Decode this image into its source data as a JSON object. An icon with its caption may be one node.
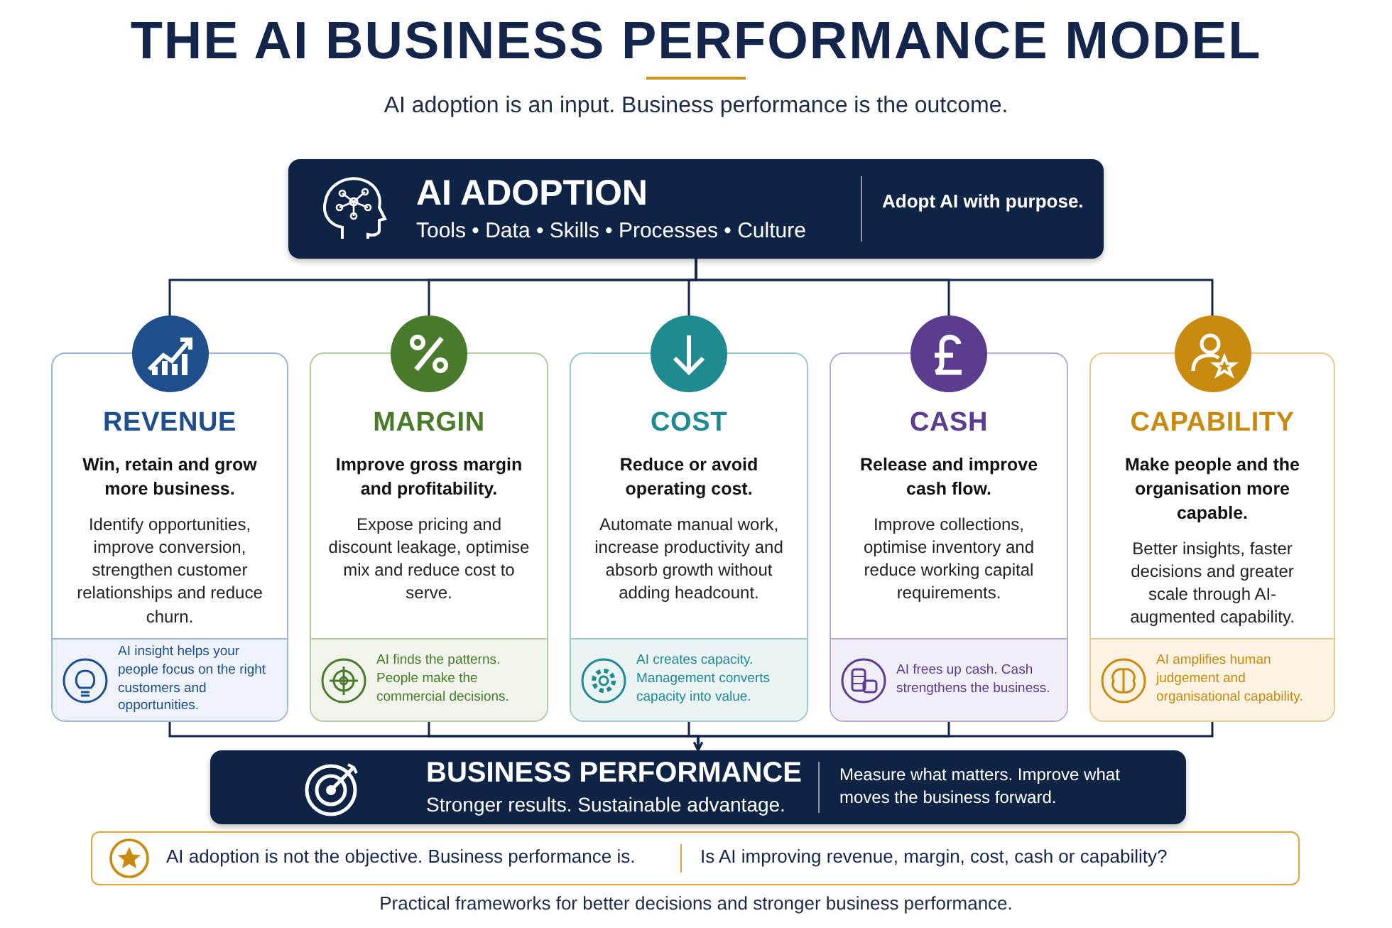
{
  "diagram": {
    "title": "THE AI BUSINESS PERFORMANCE MODEL",
    "nodes": [
      {
        "text": [
          "AI ADOPTION",
          "Tools • Data • Skills • Processes • Culture",
          "Adopt AI with purpose."
        ]
      },
      {
        "text": [
          "REVENUE",
          "Win, retain and grow more business.",
          "Identify opportunities, improve conversion, strengthen customer relationships and reduce churn.",
          "AI insight helps your people focus on the right customers and opportunities."
        ]
      },
      {
        "text": [
          "MARGIN",
          "Improve gross margin and profitability.",
          "Expose pricing and discount leakage, optimise mix and reduce cost to serve.",
          "AI finds the patterns. People make the commercial decisions."
        ]
      },
      {
        "text": [
          "COST",
          "Reduce or avoid operating cost.",
          "Automate manual work, increase productivity and absorb growth without adding headcount.",
          "AI creates capacity. Management converts capacity into value."
        ]
      },
      {
        "text": [
          "CASH",
          "Release and improve cash flow.",
          "Improve collections, optimise inventory and reduce working capital requirements.",
          "AI frees up cash. Cash strengthens the business."
        ]
      },
      {
        "text": [
          "CAPABILITY",
          "Make people and the organisation more capable.",
          "Better insights, faster decisions and greater scale through AI-augmented capability.",
          "AI amplifies human judgement and organisational capability."
        ]
      },
      {
        "text": [
          "BUSINESS PERFORMANCE",
          "Stronger results. Sustainable advantage.",
          "Measure what matters. Improve what moves the business forward."
        ]
      },
      {
        "text": [
          "AI adoption is not the objective. Business performance is.",
          "Is AI improving revenue, margin, cost, cash or capability?"
        ]
      }
    ],
    "edges": [
      {
        "from": 0,
        "to": 1,
        "arrow": "to"
      },
      {
        "from": 0,
        "to": 2,
        "arrow": "to"
      },
      {
        "from": 0,
        "to": 3,
        "arrow": "to"
      },
      {
        "from": 0,
        "to": 4,
        "arrow": "to"
      },
      {
        "from": 0,
        "to": 5,
        "arrow": "to"
      },
      {
        "from": 1,
        "to": 6,
        "arrow": "to"
      },
      {
        "from": 2,
        "to": 6,
        "arrow": "to"
      },
      {
        "from": 3,
        "to": 6,
        "arrow": "to"
      },
      {
        "from": 4,
        "to": 6,
        "arrow": "to"
      },
      {
        "from": 5,
        "to": 6,
        "arrow": "to"
      }
    ],
    "labels": [
      "AI adoption is an input. Business performance is the outcome.",
      "Practical frameworks for better decisions and stronger business performance."
    ]
  }
}
